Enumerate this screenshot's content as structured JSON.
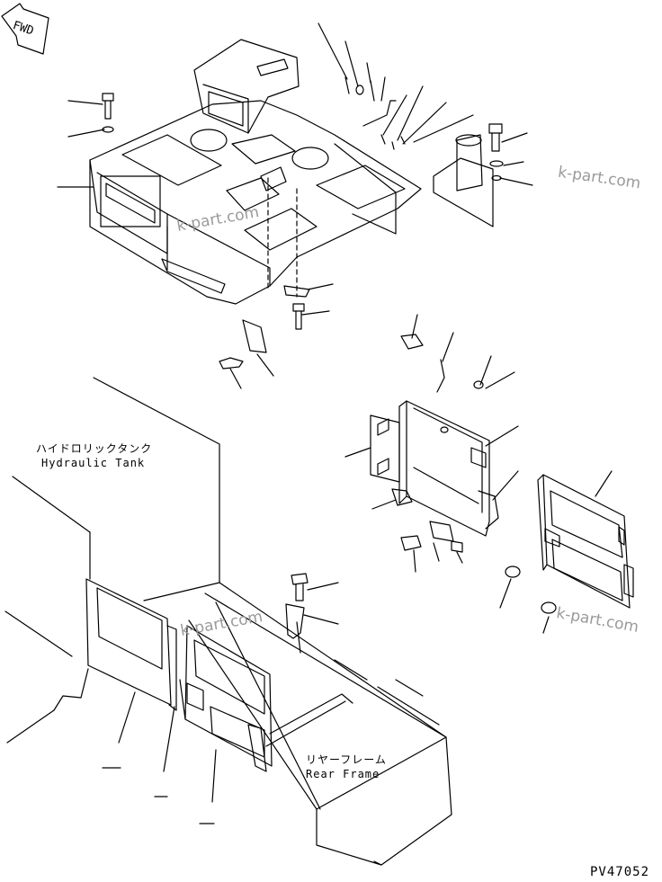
{
  "orientation": {
    "fwd_label": "FWD"
  },
  "labels": {
    "hydraulic_tank_jp": "ハイドロリックタンク",
    "hydraulic_tank_en": "Hydraulic Tank",
    "rear_frame_jp": "リヤーフレーム",
    "rear_frame_en": "Rear Frame"
  },
  "watermarks": [
    "k-part.com",
    "k-part.com",
    "k-part.com",
    "k-part.com"
  ],
  "drawing_code": "PV47052"
}
